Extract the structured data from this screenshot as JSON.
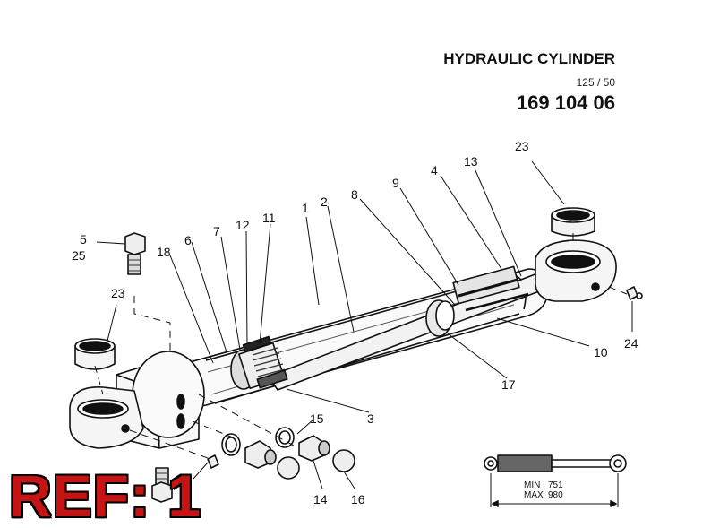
{
  "header": {
    "title": "HYDRAULIC CYLINDER",
    "subtitle": "125 / 50",
    "part_number": "169 104 06"
  },
  "badge": {
    "ref_label": "REF: 1"
  },
  "callouts": {
    "c1": "1",
    "c2": "2",
    "c3": "3",
    "c4": "4",
    "c5": "5",
    "c6": "6",
    "c7": "7",
    "c8": "8",
    "c9": "9",
    "c10": "10",
    "c11": "11",
    "c12": "12",
    "c13": "13",
    "c14": "14",
    "c15": "15",
    "c16": "16",
    "c17": "17",
    "c18": "18",
    "c23a": "23",
    "c23b": "23",
    "c24": "24",
    "c25": "25"
  },
  "dimensions": {
    "min_label": "MIN",
    "min_value": "751",
    "max_label": "MAX",
    "max_value": "980"
  }
}
